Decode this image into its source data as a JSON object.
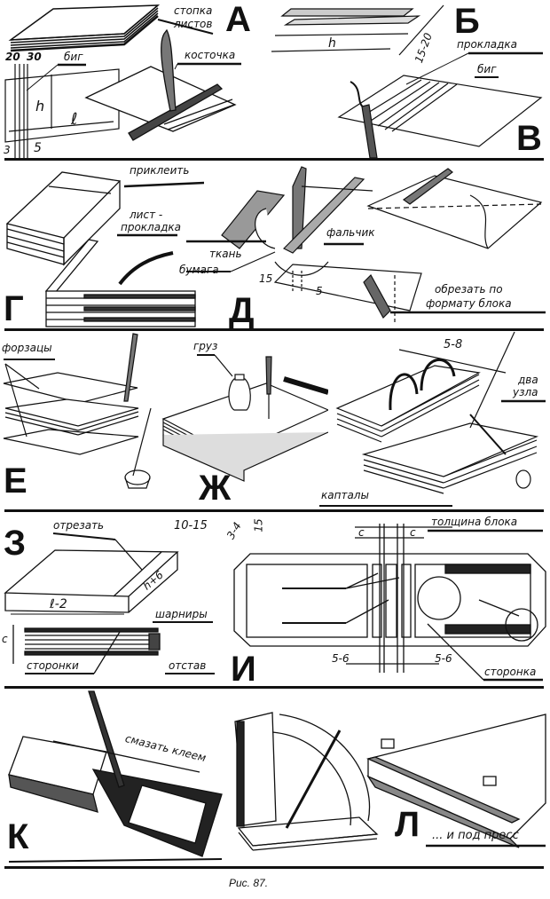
{
  "figure": {
    "caption": "Рис. 87.",
    "panels": {
      "A": {
        "letter": "А",
        "labels": {
          "stack": "стопка\nлистов",
          "stack_line1": "стопка",
          "stack_line2": "листов",
          "fold_line": "биг",
          "bone_folder": "косточка"
        },
        "dims": {
          "d1": "20",
          "d2": "30",
          "h": "h",
          "l": "ℓ",
          "d3": "3",
          "d4": "5"
        }
      },
      "B": {
        "letter": "Б",
        "dims": {
          "h": "h",
          "width": "15-20"
        }
      },
      "V": {
        "letter": "В",
        "labels": {
          "spacer": "прокладка",
          "fold_line": "биг"
        }
      },
      "G": {
        "letter": "Г",
        "labels": {
          "glue": "приклеить",
          "spacer_sheet_1": "лист -",
          "spacer_sheet_2": "прокладка"
        }
      },
      "D": {
        "letter": "Д",
        "labels": {
          "fabric": "ткань",
          "paper": "бумага",
          "folder": "фальчик",
          "trim_1": "обрезать по",
          "trim_2": "формату блока"
        },
        "dims": {
          "d1": "15",
          "d2": "5"
        }
      },
      "E": {
        "letter": "Е",
        "labels": {
          "endpapers": "форзацы"
        }
      },
      "Zh": {
        "letter": "Ж",
        "labels": {
          "weight": "груз"
        }
      },
      "Zh2": {
        "labels": {
          "two_knots_1": "два",
          "two_knots_2": "узла",
          "headbands": "каптaлы"
        },
        "dims": {
          "spacing": "5-8"
        }
      },
      "Z": {
        "letter": "З",
        "labels": {
          "cut_off": "отрезать",
          "hinges": "шарниры",
          "boards": "сторонки",
          "spine": "отстав"
        },
        "dims": {
          "width": "10-15",
          "length": "ℓ-2",
          "height": "h+6",
          "c": "c"
        }
      },
      "I": {
        "letter": "И",
        "labels": {
          "block_thickness": "толщина блока",
          "board": "сторонка"
        },
        "dims": {
          "corner": "3-4",
          "margin": "15",
          "c1": "c",
          "c2": "c",
          "gap1": "5-6",
          "gap2": "5-6"
        }
      },
      "K": {
        "letter": "К",
        "labels": {
          "glued": "смазать клеем"
        }
      },
      "L": {
        "letter": "Л",
        "labels": {
          "press": "... и под пресс"
        }
      }
    }
  }
}
